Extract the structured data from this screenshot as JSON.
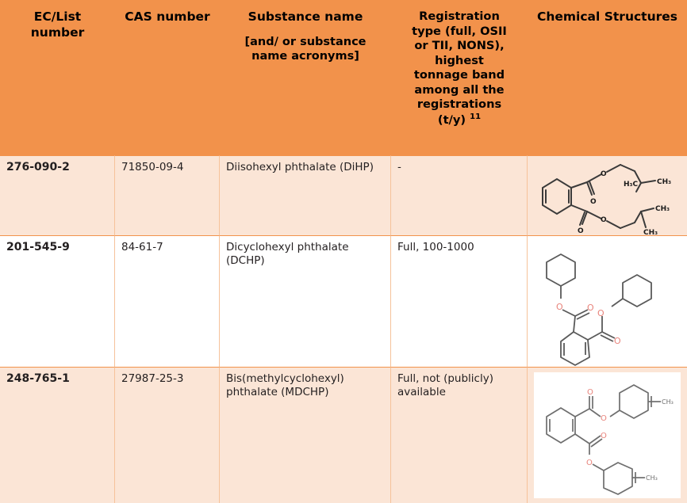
{
  "table": {
    "columns": [
      {
        "id": "ec-list-number",
        "label": "EC/List number",
        "sub": ""
      },
      {
        "id": "cas-number",
        "label": "CAS number",
        "sub": ""
      },
      {
        "id": "substance-name",
        "label": "Substance name",
        "sub": "[and/ or substance name acronyms]"
      },
      {
        "id": "registration-type",
        "label": "Registration type (full, OSII or TII, NONS), highest tonnage band among all the registrations (t/y)",
        "footnote": "11",
        "sub": ""
      },
      {
        "id": "chemical-structures",
        "label": "Chemical Structures",
        "sub": ""
      }
    ],
    "header_lines_col4": [
      "Registration",
      "type (full, OSII",
      "or TII, NONS),",
      "highest",
      "tonnage band",
      "among all the",
      "registrations",
      "(t/y)"
    ],
    "header_footnote_col4": "11",
    "rows": [
      {
        "ec_list_number": "276-090-2",
        "cas_number": "71850-09-4",
        "substance_name": "Diisohexyl phthalate (DiHP)",
        "registration_type": "-",
        "structure_name": "diisohexyl-phthalate-structure",
        "structure_labels": [
          "O",
          "O",
          "O",
          "O",
          "CH3",
          "H3C",
          "CH3",
          "CH3"
        ]
      },
      {
        "ec_list_number": "201-545-9",
        "cas_number": "84-61-7",
        "substance_name": "Dicyclohexyl phthalate (DCHP)",
        "registration_type": "Full, 100-1000",
        "structure_name": "dicyclohexyl-phthalate-structure",
        "structure_labels": [
          "O",
          "O",
          "O",
          "O"
        ]
      },
      {
        "ec_list_number": "248-765-1",
        "cas_number": "27987-25-3",
        "substance_name": "Bis(methylcyclohexyl) phthalate (MDCHP)",
        "registration_type": "Full, not (publicly) available",
        "structure_name": "bis-methylcyclohexyl-phthalate-structure",
        "structure_labels": [
          "O",
          "O",
          "O",
          "O",
          "CH3",
          "CH3"
        ]
      }
    ]
  },
  "colors": {
    "header_background": "#F2924B",
    "row_alt_background": "#FBE5D6",
    "row_background": "#FFFFFF",
    "cell_border": "#F6C29A",
    "text": "#231F20",
    "oxygen_red": "#E8837B",
    "bond_dark": "#3A3A3A",
    "bond_gray": "#8A8A8A"
  }
}
